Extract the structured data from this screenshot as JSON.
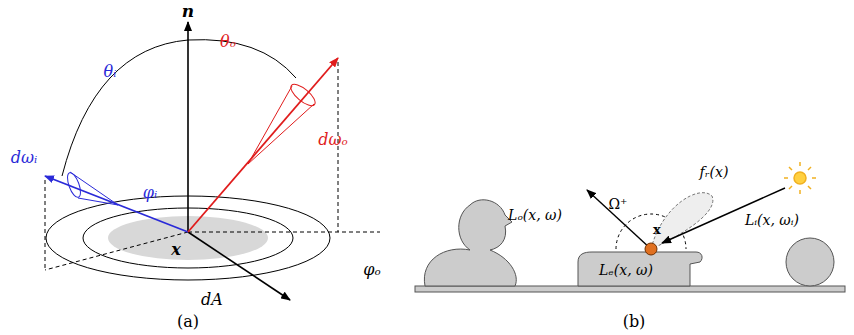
{
  "diagram": {
    "labels": [
      "n",
      "θᵢ",
      "θₒ",
      "dωₒ",
      "φᵢ",
      "dωᵢ",
      "x",
      "dA",
      "φₒ",
      "(a)",
      "Lₒ(x, ω)",
      "Ω⁺",
      "x",
      "fᵣ(x)",
      "Lᵢ(x, ωᵢ)",
      "Lₑ(x, ω)",
      "(b)"
    ]
  }
}
